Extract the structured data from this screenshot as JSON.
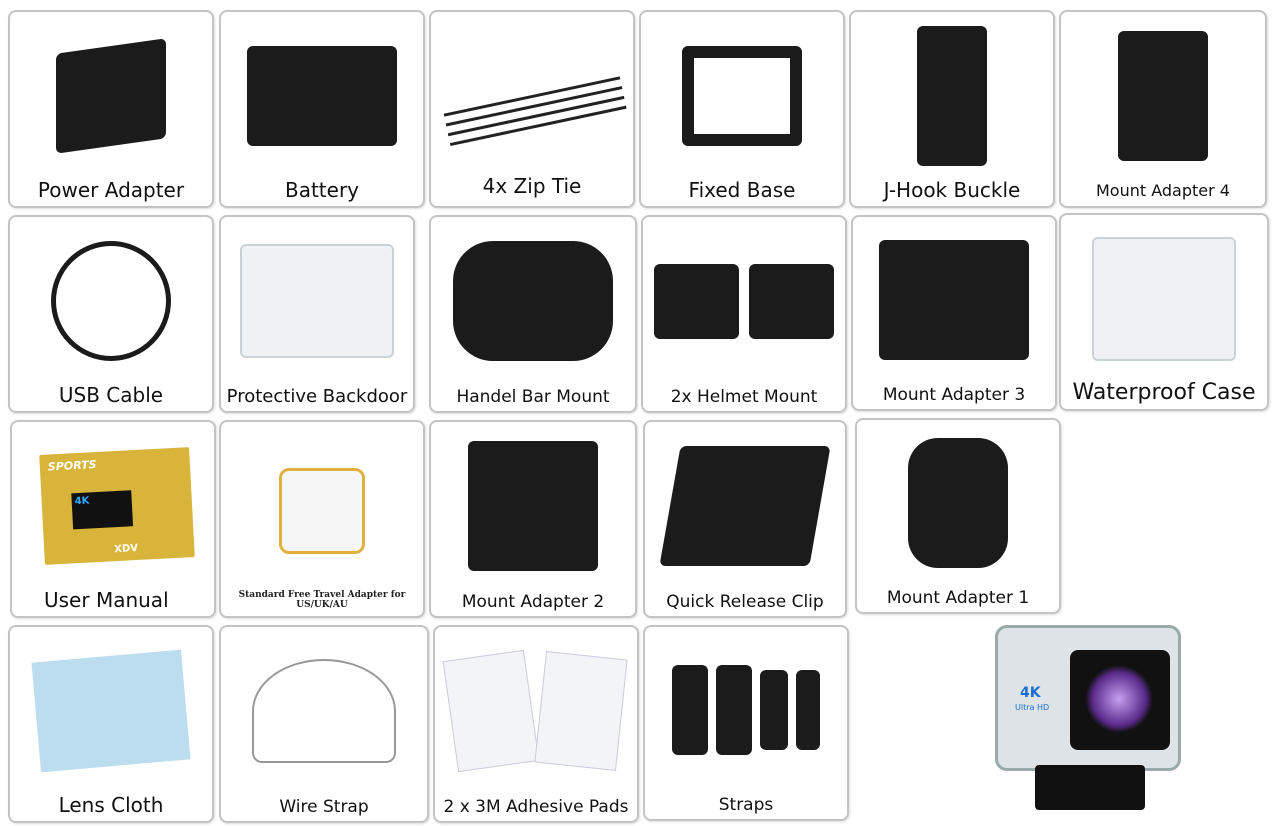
{
  "items": [
    {
      "label": "Power Adapter"
    },
    {
      "label": "Battery"
    },
    {
      "label": "4x Zip Tie"
    },
    {
      "label": "Fixed Base"
    },
    {
      "label": "J-Hook Buckle"
    },
    {
      "label": "Mount Adapter 4"
    },
    {
      "label": "USB Cable"
    },
    {
      "label": "Protective Backdoor"
    },
    {
      "label": "Handel Bar Mount"
    },
    {
      "label": "2x Helmet Mount"
    },
    {
      "label": "Mount Adapter 3"
    },
    {
      "label": "Waterproof Case"
    },
    {
      "label": "User Manual"
    },
    {
      "label": "Standard Free Travel Adapter for US/UK/AU"
    },
    {
      "label": "Mount Adapter 2"
    },
    {
      "label": "Quick Release Clip"
    },
    {
      "label": "Mount Adapter 1"
    },
    {
      "label": "Lens Cloth"
    },
    {
      "label": "Wire Strap"
    },
    {
      "label": "2 x 3M Adhesive Pads"
    },
    {
      "label": "Straps"
    }
  ],
  "manual_cover": {
    "brand": "SPORTS",
    "badge": "4K",
    "model": "XDV"
  },
  "camera": {
    "badge": "4K",
    "sub": "Ultra HD"
  }
}
